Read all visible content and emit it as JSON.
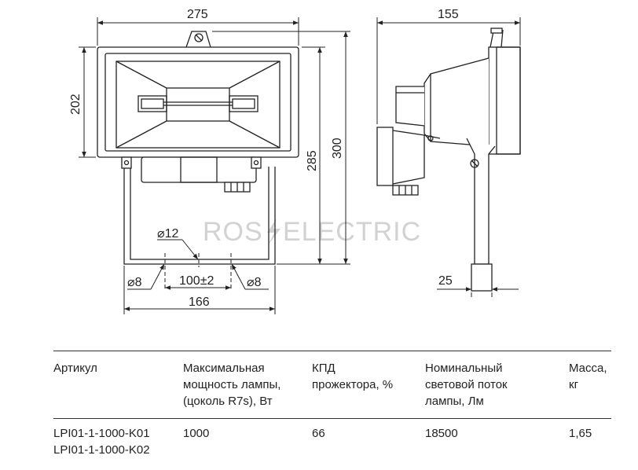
{
  "drawing": {
    "dims": {
      "front_width": "275",
      "front_height": "202",
      "total_height_285": "285",
      "total_height_300": "300",
      "side_depth": "155",
      "hole_center": "⌀12",
      "hole_left": "⌀8",
      "hole_right": "⌀8",
      "hole_spacing": "100±2",
      "bracket_width": "166",
      "side_offset": "25"
    },
    "watermark_left": "ROS",
    "watermark_right": "ELECTRIC",
    "watermark_color": "#d2d2d2",
    "line_color": "#222222"
  },
  "table": {
    "headers": [
      "Артикул",
      "Максимальная\nмощность лампы,\n(цоколь R7s), Вт",
      "КПД\nпрожектора, %",
      "Номинальный\nсветовой поток\nлампы, Лм",
      "Масса,\nкг"
    ],
    "row": [
      "LPI01-1-1000-K01\nLPI01-1-1000-K02",
      "1000",
      "66",
      "18500",
      "1,65"
    ]
  }
}
